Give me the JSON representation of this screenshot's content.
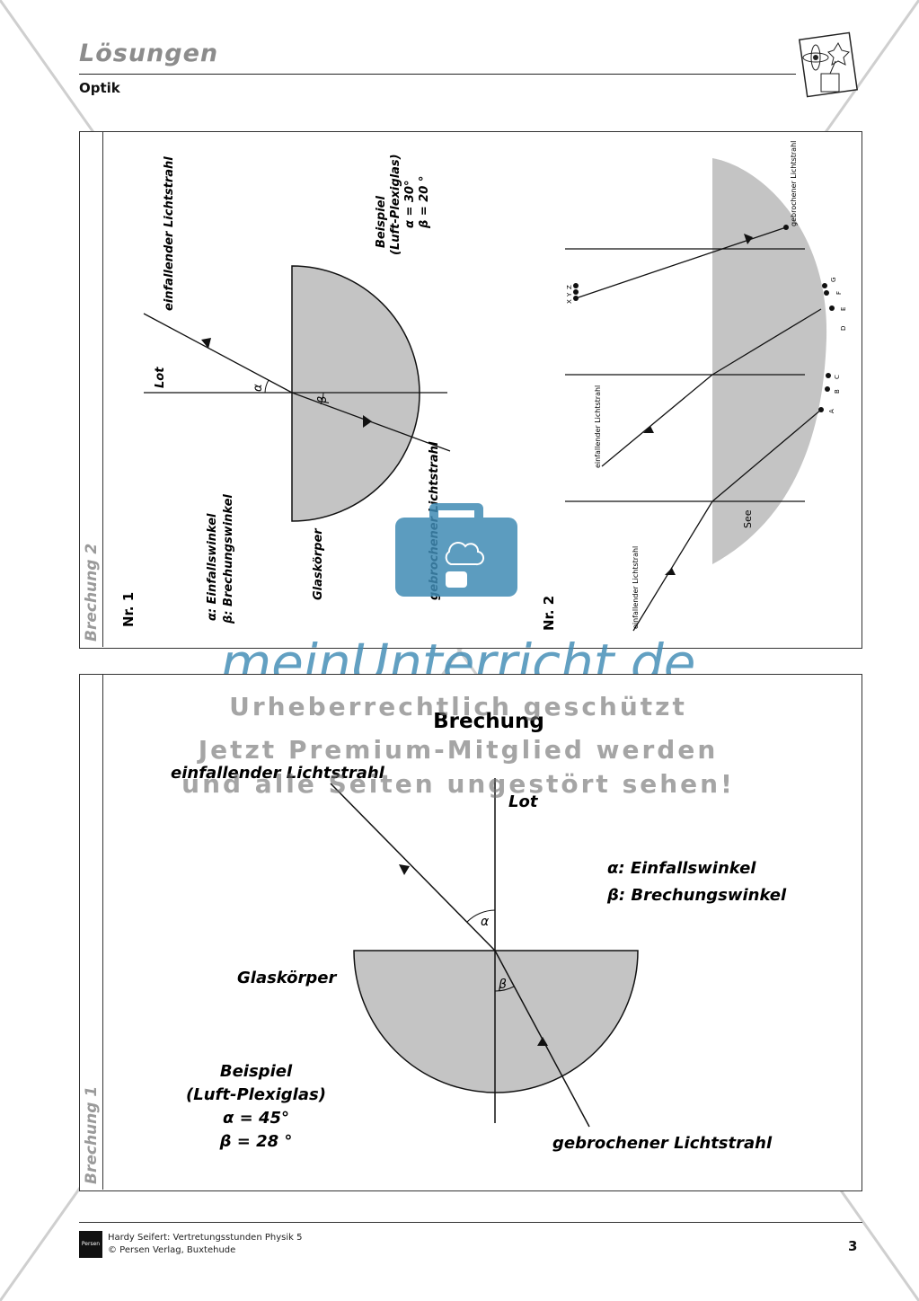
{
  "header": {
    "title": "Lösungen",
    "subject": "Optik"
  },
  "card_top": {
    "tab_label": "Brechung 2",
    "nr1": {
      "number": "Nr. 1",
      "incident_ray": "einfallender Lichtstrahl",
      "normal": "Lot",
      "alpha": "α",
      "beta": "β",
      "example": [
        "Beispiel",
        "(Luft-Plexiglas)",
        "α = 30°",
        "β = 20 °"
      ],
      "legend": [
        "α: Einfallswinkel",
        "β: Brechungswinkel"
      ],
      "body": "Glaskörper",
      "refracted_ray": "gebrochener Lichtstrahl"
    },
    "nr2": {
      "number": "Nr. 2",
      "refracted_ray": "gebrochener Lichtstrahl",
      "incident_ray_1": "einfallender Lichtstrahl",
      "incident_ray_2": "einfallender Lichtstrahl",
      "lake": "See",
      "points_xyz": [
        "X",
        "Y",
        "Z"
      ],
      "points_right": [
        "A",
        "B",
        "C",
        "D",
        "E",
        "F",
        "G"
      ]
    }
  },
  "card_bottom": {
    "tab_label": "Brechung 1",
    "title": "Brechung",
    "incident_ray": "einfallender Lichtstrahl",
    "normal": "Lot",
    "alpha": "α",
    "beta": "β",
    "legend": [
      "α: Einfallswinkel",
      "β: Brechungswinkel"
    ],
    "body": "Glaskörper",
    "example": [
      "Beispiel",
      "(Luft-Plexiglas)",
      "α = 45°",
      "β = 28 °"
    ],
    "refracted_ray": "gebrochener Lichtstrahl"
  },
  "watermark": {
    "brand": "meinUnterricht.de",
    "lines": [
      "Urheberrechtlich geschützt",
      "Jetzt Premium-Mitglied werden",
      "und alle Seiten ungestört sehen!"
    ]
  },
  "footer": {
    "author": "Hardy Seifert: Vertretungsstunden Physik 5",
    "publisher": "© Persen Verlag, Buxtehude",
    "logo_text": "Persen",
    "page": "3"
  }
}
